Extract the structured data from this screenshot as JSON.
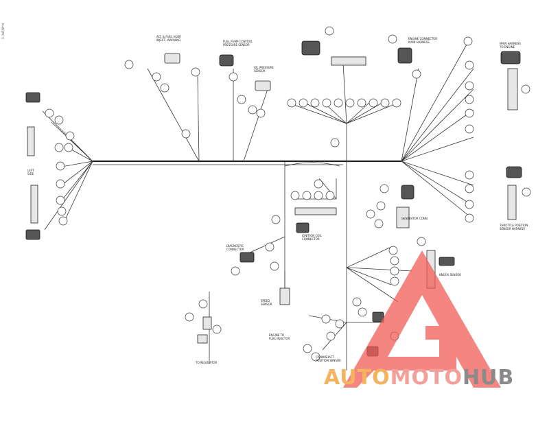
{
  "side_code": "1-5A5F5",
  "callouts": {
    "top_1": "ALT. & FUEL HOSE\nINJECT, WARNING",
    "top_2": "FUEL PUMP CONTROL\nPRESSURE SENSOR",
    "top_3": "OIL PRESSURE\nSENSOR",
    "top_4": "ENGINE CONNECTOR\nMAIN HARNESS",
    "right_1": "MAIN HARNESS\nTO ENGINE",
    "right_2": "THROTTLE POSITION\nSENSOR HARNESS",
    "left_1": "LEFT\nSIDE",
    "center_1": "IGNITION COIL\nCONNECTOR",
    "center_2": "GENERATOR CONN.",
    "center_3": "DIAGNOSTIC\nCONNECTOR",
    "center_4": "SPEED\nSENSOR",
    "bottom_1": "ENGINE TO\nFUEL INJECTOR",
    "bottom_2": "KNOCK SENSOR",
    "bottom_3": "CRANKSHAFT\nPOSITION SENSOR",
    "bottom_4": "TO REGULATOR"
  },
  "watermark": {
    "part1": "AUTO",
    "part2": "MOTO",
    "part3": "HUB",
    "triangle_color": "#f25c55",
    "auto_color": "#f4b35f",
    "moto_color": "#f4a09a",
    "hub_color": "#8a8a8a"
  }
}
